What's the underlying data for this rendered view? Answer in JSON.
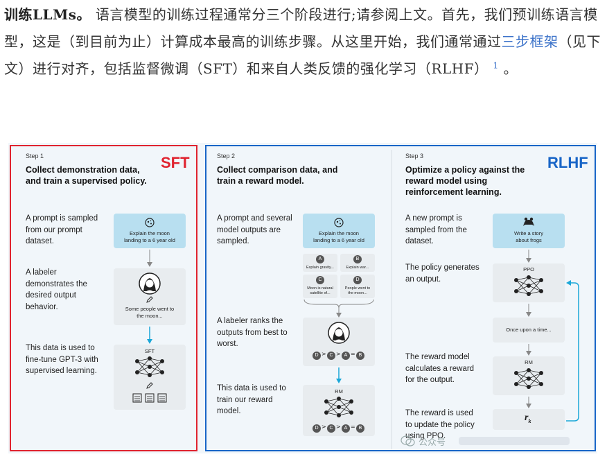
{
  "paragraph": {
    "bold_lead": "训练LLMs。",
    "text_1": "语言模型的训练过程通常分三个阶段进行;请参阅上文。首先，我们预训练语言模型，这是（到目前为止）计算成本最高的训练步骤。从这里开始，我们通常通过",
    "link_text": "三步框架",
    "text_2": "（见下文）进行对齐，包括监督微调（SFT）和来自人类反馈的强化学习（RLHF）",
    "footnote": "1",
    "text_end": "。"
  },
  "badges": {
    "sft": "SFT",
    "rlhf": "RLHF"
  },
  "colors": {
    "sft_border": "#e0232f",
    "rlhf_border": "#1865c7",
    "diagram_bg": "#f1f6fa",
    "card_blue": "#b8dff0",
    "card_gray": "#e8ecef",
    "arrow_teal": "#1aa7d8"
  },
  "step1": {
    "label": "Step 1",
    "title": "Collect demonstration data, and train a supervised policy.",
    "desc_1": "A prompt is sampled from our prompt dataset.",
    "desc_2": "A labeler demonstrates the desired output behavior.",
    "desc_3": "This data is used to fine-tune GPT-3 with supervised learning.",
    "prompt_card": "Explain the moon landing to a 6 year old",
    "demo_card": "Some people went to the moon...",
    "model_label": "SFT"
  },
  "step2": {
    "label": "Step 2",
    "title": "Collect comparison data, and train a reward model.",
    "desc_1": "A prompt and several model outputs are sampled.",
    "desc_2": "A labeler ranks the outputs from best to worst.",
    "desc_3": "This data is used to train our reward model.",
    "prompt_card": "Explain the moon landing to a 6 year old",
    "outputs": [
      {
        "letter": "A",
        "text": "Explain gravity..."
      },
      {
        "letter": "B",
        "text": "Explain war..."
      },
      {
        "letter": "C",
        "text": "Moon is natural satellite of..."
      },
      {
        "letter": "D",
        "text": "People went to the moon..."
      }
    ],
    "ranking": [
      "D",
      ">",
      "C",
      ">",
      "A",
      "=",
      "B"
    ],
    "model_label": "RM"
  },
  "step3": {
    "label": "Step 3",
    "title": "Optimize a policy against the reward model using reinforcement learning.",
    "desc_1": "A new prompt is sampled from the dataset.",
    "desc_2": "The policy generates an output.",
    "desc_3": "The reward model calculates a reward for the output.",
    "desc_4": "The reward is used to update the policy using PPO.",
    "prompt_card": "Write a story about frogs",
    "policy_label": "PPO",
    "output_card": "Once upon a time...",
    "rm_label": "RM",
    "reward": "r",
    "reward_sub": "k"
  },
  "watermark": {
    "text": "公众号"
  }
}
